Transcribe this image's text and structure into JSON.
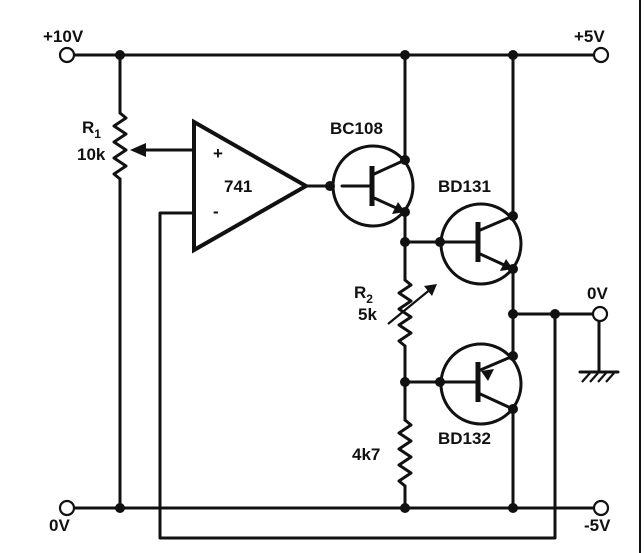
{
  "terminals": {
    "pos10": "+10V",
    "pos5": "+5V",
    "zero_left": "0V",
    "zero_right": "0V",
    "neg5": "-5V"
  },
  "components": {
    "r1_name": "R",
    "r1_sub": "1",
    "r1_value": "10k",
    "opamp": "741",
    "opamp_plus": "+",
    "opamp_minus": "-",
    "q1": "BC108",
    "q2": "BD131",
    "q3": "BD132",
    "r2_name": "R",
    "r2_sub": "2",
    "r2_value": "5k",
    "r3_value": "4k7"
  }
}
